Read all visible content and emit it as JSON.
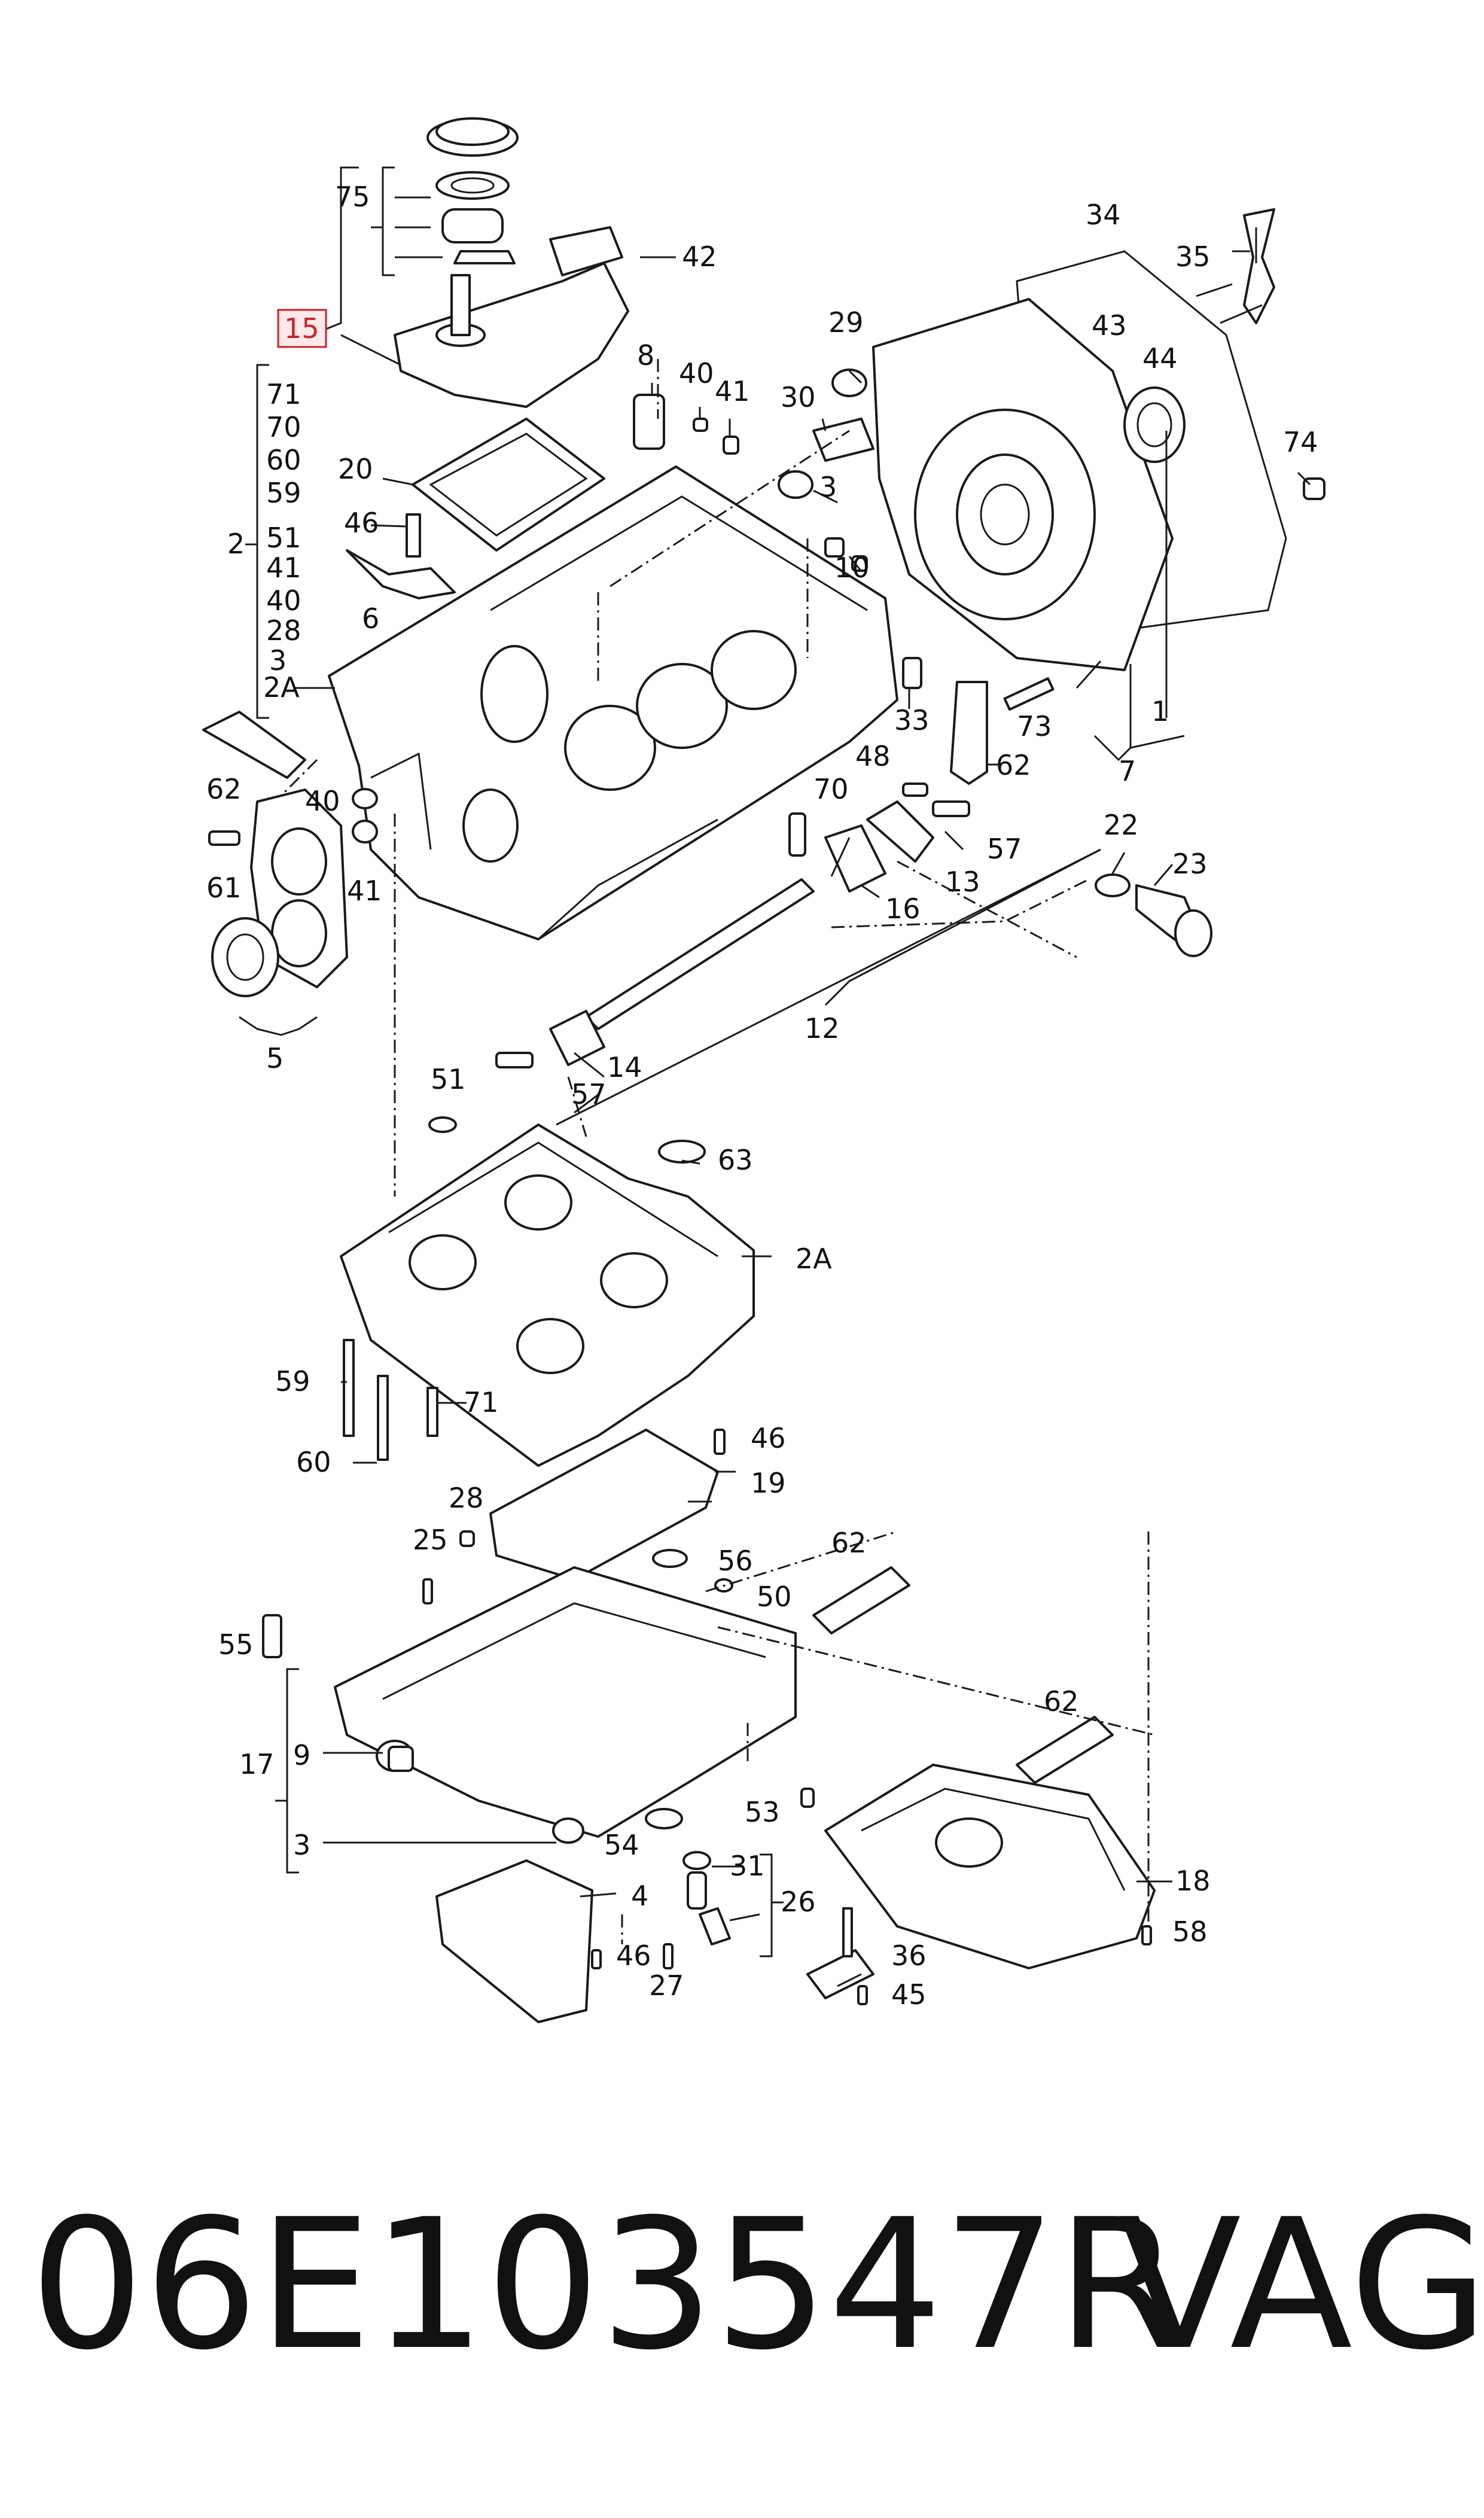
{
  "highlight_color": "#c4262e",
  "callouts": [
    {
      "id": "75",
      "text": "75"
    },
    {
      "id": "42",
      "text": "42"
    },
    {
      "id": "15",
      "text": "15",
      "highlighted": true
    },
    {
      "id": "71",
      "text": "71"
    },
    {
      "id": "70",
      "text": "70"
    },
    {
      "id": "60",
      "text": "60"
    },
    {
      "id": "59",
      "text": "59"
    },
    {
      "id": "51",
      "text": "51"
    },
    {
      "id": "2",
      "text": "2"
    },
    {
      "id": "41a",
      "text": "41"
    },
    {
      "id": "40a",
      "text": "40"
    },
    {
      "id": "28",
      "text": "28"
    },
    {
      "id": "3a",
      "text": "3"
    },
    {
      "id": "2A",
      "text": "2A"
    },
    {
      "id": "8",
      "text": "8"
    },
    {
      "id": "40b",
      "text": "40"
    },
    {
      "id": "41b",
      "text": "41"
    },
    {
      "id": "20",
      "text": "20"
    },
    {
      "id": "46a",
      "text": "46"
    },
    {
      "id": "6",
      "text": "6"
    },
    {
      "id": "34",
      "text": "34"
    },
    {
      "id": "35",
      "text": "35"
    },
    {
      "id": "43",
      "text": "43"
    },
    {
      "id": "44",
      "text": "44"
    },
    {
      "id": "29",
      "text": "29"
    },
    {
      "id": "30",
      "text": "30"
    },
    {
      "id": "3b",
      "text": "3"
    },
    {
      "id": "10",
      "text": "10"
    },
    {
      "id": "74",
      "text": "74"
    },
    {
      "id": "33",
      "text": "33"
    },
    {
      "id": "73",
      "text": "73"
    },
    {
      "id": "1",
      "text": "1"
    },
    {
      "id": "62a",
      "text": "62"
    },
    {
      "id": "7",
      "text": "7"
    },
    {
      "id": "62b",
      "text": "62"
    },
    {
      "id": "40c",
      "text": "40"
    },
    {
      "id": "61",
      "text": "61"
    },
    {
      "id": "41c",
      "text": "41"
    },
    {
      "id": "5",
      "text": "5"
    },
    {
      "id": "48",
      "text": "48"
    },
    {
      "id": "70b",
      "text": "70"
    },
    {
      "id": "57a",
      "text": "57"
    },
    {
      "id": "13",
      "text": "13"
    },
    {
      "id": "16",
      "text": "16"
    },
    {
      "id": "22",
      "text": "22"
    },
    {
      "id": "23",
      "text": "23"
    },
    {
      "id": "12",
      "text": "12"
    },
    {
      "id": "14",
      "text": "14"
    },
    {
      "id": "57b",
      "text": "57"
    },
    {
      "id": "51b",
      "text": "51"
    },
    {
      "id": "63",
      "text": "63"
    },
    {
      "id": "2Ab",
      "text": "2A"
    },
    {
      "id": "59b",
      "text": "59"
    },
    {
      "id": "71b",
      "text": "71"
    },
    {
      "id": "60b",
      "text": "60"
    },
    {
      "id": "46b",
      "text": "46"
    },
    {
      "id": "19",
      "text": "19"
    },
    {
      "id": "28b",
      "text": "28"
    },
    {
      "id": "25",
      "text": "25"
    },
    {
      "id": "56",
      "text": "56"
    },
    {
      "id": "62c",
      "text": "62"
    },
    {
      "id": "50",
      "text": "50"
    },
    {
      "id": "55",
      "text": "55"
    },
    {
      "id": "62d",
      "text": "62"
    },
    {
      "id": "17",
      "text": "17"
    },
    {
      "id": "9",
      "text": "9"
    },
    {
      "id": "3c",
      "text": "3"
    },
    {
      "id": "53",
      "text": "53"
    },
    {
      "id": "54",
      "text": "54"
    },
    {
      "id": "31",
      "text": "31"
    },
    {
      "id": "26",
      "text": "26"
    },
    {
      "id": "4",
      "text": "4"
    },
    {
      "id": "18",
      "text": "18"
    },
    {
      "id": "58",
      "text": "58"
    },
    {
      "id": "46c",
      "text": "46"
    },
    {
      "id": "36",
      "text": "36"
    },
    {
      "id": "27",
      "text": "27"
    },
    {
      "id": "45",
      "text": "45"
    }
  ],
  "footer": {
    "part_number": "06E103547R",
    "brand": "VAG"
  }
}
